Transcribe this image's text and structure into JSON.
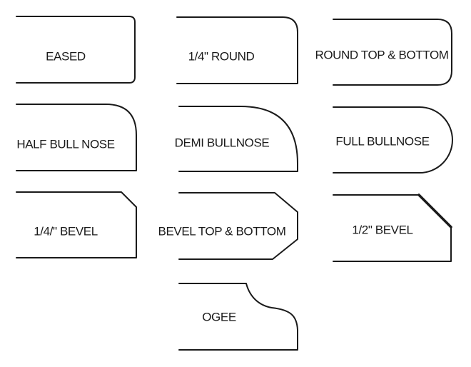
{
  "profiles": [
    {
      "id": "eased",
      "label": "EASED",
      "icon": "eased-edge-profile-icon"
    },
    {
      "id": "quarter-round",
      "label": "1/4\" ROUND",
      "icon": "quarter-round-edge-profile-icon"
    },
    {
      "id": "round-top-bottom",
      "label": "ROUND TOP & BOTTOM",
      "icon": "round-top-bottom-edge-profile-icon"
    },
    {
      "id": "half-bullnose",
      "label": "HALF BULL NOSE",
      "icon": "half-bullnose-edge-profile-icon"
    },
    {
      "id": "demi-bullnose",
      "label": "DEMI BULLNOSE",
      "icon": "demi-bullnose-edge-profile-icon"
    },
    {
      "id": "full-bullnose",
      "label": "FULL BULLNOSE",
      "icon": "full-bullnose-edge-profile-icon"
    },
    {
      "id": "quarter-bevel",
      "label": "1/4/\" BEVEL",
      "icon": "quarter-bevel-edge-profile-icon"
    },
    {
      "id": "bevel-top-bottom",
      "label": "BEVEL TOP & BOTTOM",
      "icon": "bevel-top-bottom-edge-profile-icon"
    },
    {
      "id": "half-bevel",
      "label": "1/2\" BEVEL",
      "icon": "half-bevel-edge-profile-icon"
    },
    {
      "id": "ogee",
      "label": "OGEE",
      "icon": "ogee-edge-profile-icon"
    }
  ]
}
